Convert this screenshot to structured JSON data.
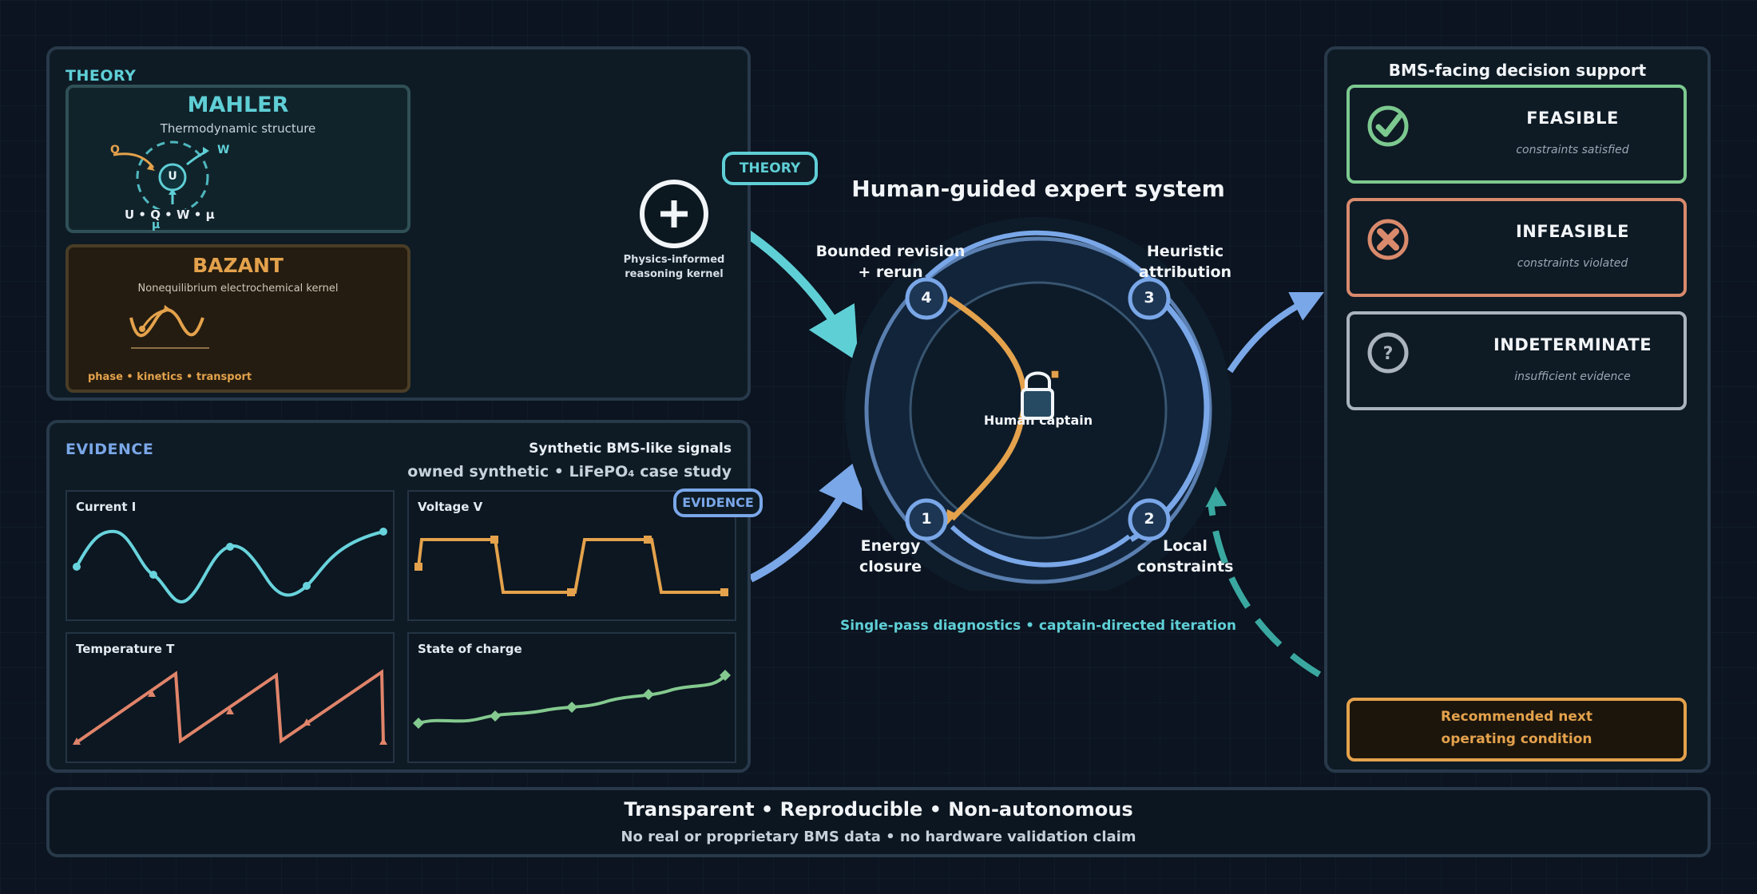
{
  "theory": {
    "section_label": "THEORY",
    "mahler": {
      "title": "MAHLER",
      "subtitle": "Thermodynamic structure",
      "symbol_q": "Q",
      "symbol_w": "W",
      "symbol_u": "U",
      "symbol_mu": "μ",
      "equation": "U • Q • W • μ"
    },
    "bazant": {
      "title": "BAZANT",
      "subtitle": "Nonequilibrium electrochemical kernel",
      "footer": "phase • kinetics • transport"
    },
    "kernel_label_line1": "Physics-informed",
    "kernel_label_line2": "reasoning kernel",
    "tag": "THEORY"
  },
  "evidence": {
    "section_label": "EVIDENCE",
    "header_line1": "Synthetic BMS-like signals",
    "header_line2": "owned synthetic • LiFePO₄ case study",
    "tag": "EVIDENCE",
    "charts": [
      {
        "title": "Current I"
      },
      {
        "title": "Voltage V"
      },
      {
        "title": "Temperature T"
      },
      {
        "title": "State of charge"
      }
    ]
  },
  "center": {
    "title": "Human-guided expert system",
    "captain_label": "Human captain",
    "steps": [
      {
        "number": "1",
        "line1": "Energy",
        "line2": "closure"
      },
      {
        "number": "2",
        "line1": "Local",
        "line2": "constraints"
      },
      {
        "number": "3",
        "line1": "Heuristic",
        "line2": "attribution"
      },
      {
        "number": "4",
        "line1": "Bounded revision",
        "line2": "+ rerun"
      }
    ],
    "footer": "Single-pass diagnostics • captain-directed iteration"
  },
  "decision_support": {
    "title": "BMS-facing decision support",
    "outcomes": [
      {
        "label": "FEASIBLE",
        "sub": "constraints satisfied",
        "icon": "check-circle-icon",
        "color": "#7cc98f"
      },
      {
        "label": "INFEASIBLE",
        "sub": "constraints violated",
        "icon": "x-circle-icon",
        "color": "#d98a6c"
      },
      {
        "label": "INDETERMINATE",
        "sub": "insufficient evidence",
        "icon": "question-circle-icon",
        "color": "#aab4bf"
      }
    ],
    "recommendation_line1": "Recommended next",
    "recommendation_line2": "operating condition"
  },
  "footer": {
    "line1": "Transparent • Reproducible • Non-autonomous",
    "line2": "No real or proprietary BMS data • no hardware validation claim"
  },
  "colors": {
    "teal": "#5fcfd6",
    "orange": "#e4a24c",
    "blue": "#7aa7e8",
    "green": "#7cc98f",
    "salmon": "#d98a6c"
  }
}
